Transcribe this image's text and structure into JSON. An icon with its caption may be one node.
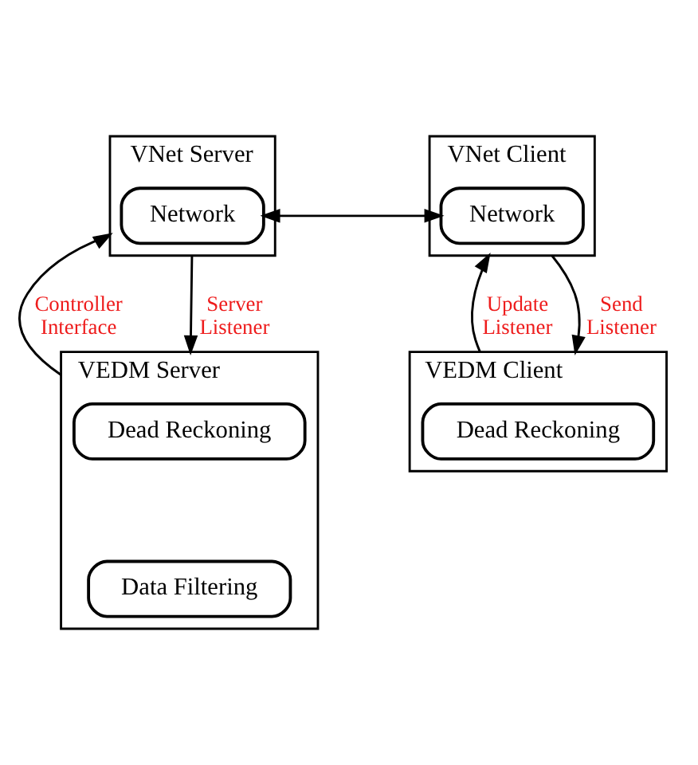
{
  "diagram": {
    "nodes": [
      {
        "text": [
          "VNet Server"
        ]
      },
      {
        "text": [
          "Network"
        ],
        "in": 0
      },
      {
        "text": [
          "VNet Client"
        ]
      },
      {
        "text": [
          "Network"
        ],
        "in": 2
      },
      {
        "text": [
          "VEDM Server"
        ]
      },
      {
        "text": [
          "Dead Reckoning"
        ],
        "in": 4
      },
      {
        "text": [
          "Data Filtering"
        ],
        "in": 4
      },
      {
        "text": [
          "VEDM Client"
        ]
      },
      {
        "text": [
          "Dead Reckoning"
        ],
        "in": 7
      }
    ],
    "edges": [
      {
        "from": 1,
        "to": 3,
        "arrow": "both"
      },
      {
        "from": 4,
        "to": 0,
        "arrow": "to",
        "label": "Controller Interface"
      },
      {
        "from": 0,
        "to": 4,
        "arrow": "to",
        "label": "Server Listener"
      },
      {
        "from": 7,
        "to": 2,
        "arrow": "to",
        "label": "Update Listener"
      },
      {
        "from": 2,
        "to": 7,
        "arrow": "to",
        "label": "Send Listener"
      }
    ]
  }
}
